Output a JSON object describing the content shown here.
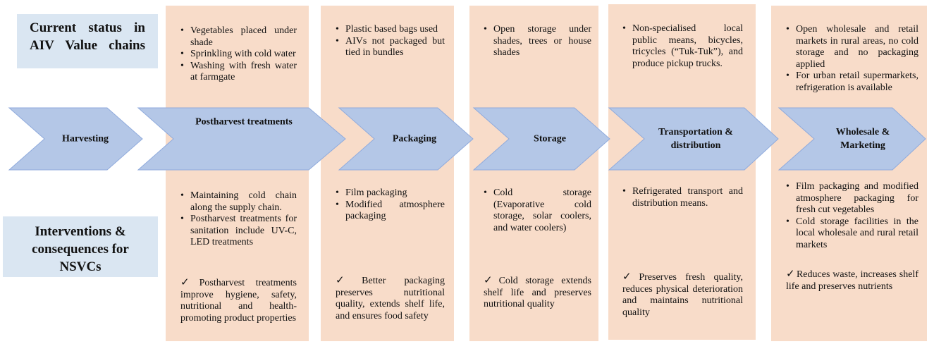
{
  "labels": {
    "current_status": [
      "Current status in",
      "AIV Value chains"
    ],
    "interventions": [
      "Interventions &",
      "consequences for",
      "NSVCs"
    ]
  },
  "stages": [
    {
      "name": [
        "Harvesting"
      ],
      "current": [],
      "interventions": [],
      "consequence": ""
    },
    {
      "name": [
        "Postharvest treatments"
      ],
      "current": [
        "Vegetables placed under shade",
        "Sprinkling with cold water",
        "Washing with fresh water at farmgate"
      ],
      "interventions": [
        "Maintaining cold chain along the supply chain.",
        "Postharvest treatments for sanitation include UV-C, LED treatments"
      ],
      "consequence": "Postharvest treatments improve hygiene, safety, nutritional and health-promoting product properties"
    },
    {
      "name": [
        "Packaging"
      ],
      "current": [
        "Plastic based bags used",
        "AIVs not packaged but tied in bundles"
      ],
      "interventions": [
        "Film packaging",
        "Modified atmosphere packaging"
      ],
      "consequence": "Better packaging preserves nutritional quality, extends shelf life, and ensures food safety"
    },
    {
      "name": [
        "Storage"
      ],
      "current": [
        "Open storage under shades, trees or house shades"
      ],
      "interventions": [
        "Cold storage (Evaporative cold storage, solar coolers, and water coolers)"
      ],
      "consequence": "Cold storage extends shelf life and preserves nutritional quality"
    },
    {
      "name": [
        "Transportation &",
        "distribution"
      ],
      "current": [
        "Non-specialised local public means, bicycles, tricycles (“Tuk-Tuk”), and produce pickup trucks."
      ],
      "interventions": [
        "Refrigerated transport and distribution means."
      ],
      "consequence": "Preserves fresh quality, reduces physical deterioration and maintains nutritional quality"
    },
    {
      "name": [
        "Wholesale &",
        "Marketing"
      ],
      "current": [
        "Open wholesale and retail markets in rural areas, no cold storage and no packaging applied",
        "For urban retail supermarkets, refrigeration is available"
      ],
      "interventions": [
        "Film packaging and modified atmosphere packaging for fresh cut vegetables",
        "Cold storage facilities in the local wholesale and rural retail markets"
      ],
      "consequence": "Reduces waste, increases shelf life and preserves nutrients"
    }
  ],
  "colors": {
    "column_fill": "#f8dcc9",
    "arrow_fill": "#b4c7e7",
    "arrow_stroke": "#8faadc",
    "label_fill": "#dae6f2"
  }
}
